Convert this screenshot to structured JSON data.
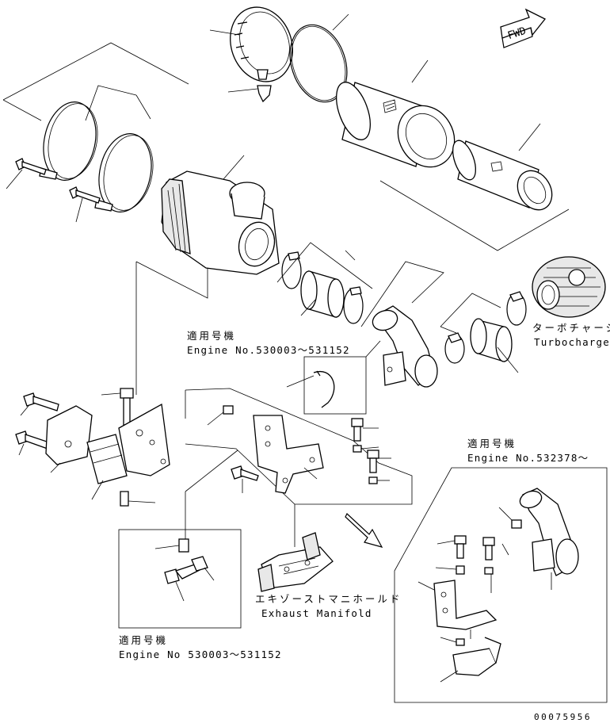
{
  "direction_arrow": {
    "label": "FWD"
  },
  "callouts": {
    "turbocharger_jp": "ターボチャージャ",
    "turbocharger_en": "Turbocharger",
    "exhaust_jp": "エキゾーストマニホールド",
    "exhaust_en": "Exhaust Manifold"
  },
  "applicability": [
    {
      "jp": "適用号機",
      "en": "Engine No.530003〜531152"
    },
    {
      "jp": "適用号機",
      "en": "Engine No.532378〜"
    },
    {
      "jp": "適用号機",
      "en": "Engine No 530003〜531152"
    }
  ],
  "drawing_number": "00075956"
}
